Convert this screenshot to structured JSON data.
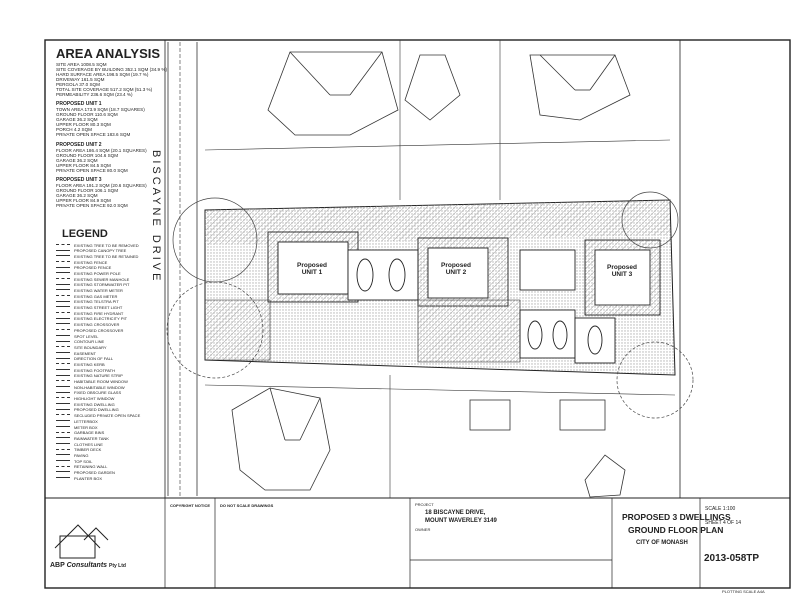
{
  "area_analysis": {
    "title": "AREA ANALYSIS",
    "rows": [
      "SITE AREA   1008.5 SQM",
      "SITE COVERAGE BY BUILDING   352.1 SQM (34.9 %)",
      "HARD SURFACE AREA   198.5 SQM (19.7 %)",
      "DRIVEWAY   161.5 SQM",
      "PERGOLA   37.0 SQM",
      "TOTAL SITE COVERAGE   517.2 SQM (51.3 %)",
      "PERMEABILITY   236.6 SQM (23.4 %)"
    ],
    "unit_blocks": [
      {
        "heading": "PROPOSED UNIT 1",
        "lines": [
          "TOWN AREA   173.9 SQM (18.7 SQUARES)",
          "GROUND FLOOR   110.6 SQM",
          "GARAGE   36.2 SQM",
          "UPPER FLOOR   80.3 SQM",
          "PORCH   4.2 SQM",
          "PRIVATE OPEN SPACE   183.6 SQM"
        ]
      },
      {
        "heading": "PROPOSED UNIT 2",
        "lines": [
          "FLOOR AREA   186.4 SQM (20.1 SQUARES)",
          "GROUND FLOOR   104.6 SQM",
          "GARAGE   36.2 SQM",
          "UPPER FLOOR   84.5 SQM",
          "PRIVATE OPEN SPACE   80.0 SQM"
        ]
      },
      {
        "heading": "PROPOSED UNIT 3",
        "lines": [
          "FLOOR AREA   191.2 SQM (20.6 SQUARES)",
          "GROUND FLOOR   106.1 SQM",
          "GARAGE   36.2 SQM",
          "UPPER FLOOR   84.9 SQM",
          "PRIVATE OPEN SPACE   92.0 SQM"
        ]
      }
    ]
  },
  "legend": {
    "title": "LEGEND",
    "items": [
      "EXISTING TREE TO BE REMOVED",
      "PROPOSED CANOPY TREE",
      "EXISTING TREE TO BE RETAINED",
      "EXISTING FENCE",
      "PROPOSED FENCE",
      "EXISTING POWER POLE",
      "EXISTING SEWER MANHOLE",
      "EXISTING STORMWATER PIT",
      "EXISTING WATER METER",
      "EXISTING GAS METER",
      "EXISTING TELSTRA PIT",
      "EXISTING STREET LIGHT",
      "EXISTING FIRE HYDRANT",
      "EXISTING ELECTRICITY PIT",
      "EXISTING CROSSOVER",
      "PROPOSED CROSSOVER",
      "SPOT LEVEL",
      "CONTOUR LINE",
      "SITE BOUNDARY",
      "EASEMENT",
      "DIRECTION OF FALL",
      "EXISTING KERB",
      "EXISTING FOOTPATH",
      "EXISTING NATURE STRIP",
      "HABITABLE ROOM WINDOW",
      "NON-HABITABLE WINDOW",
      "FIXED OBSCURE GLASS",
      "HIGHLIGHT WINDOW",
      "EXISTING DWELLING",
      "PROPOSED DWELLING",
      "SECLUDED PRIVATE OPEN SPACE",
      "LETTERBOX",
      "METER BOX",
      "GARBAGE BINS",
      "RAINWATER TANK",
      "CLOTHES LINE",
      "TIMBER DECK",
      "PAVING",
      "TOP SOIL",
      "RETAINING WALL",
      "PROPOSED GARDEN",
      "PLANTER BOX"
    ]
  },
  "street": "BISCAYNE DRIVE",
  "units": [
    {
      "line1": "Proposed",
      "line2": "UNIT 1"
    },
    {
      "line1": "Proposed",
      "line2": "UNIT 2"
    },
    {
      "line1": "Proposed",
      "line2": "UNIT 3"
    }
  ],
  "title_block": {
    "firm_line1": "ABP",
    "firm_line2": "Consultants",
    "firm_line3": "Pty Ltd",
    "copyright_heading": "COPYRIGHT NOTICE",
    "dimension_heading": "DO NOT SCALE DRAWINGS",
    "project_label": "PROJECT",
    "address_line1": "18 BISCAYNE DRIVE,",
    "address_line2": "MOUNT WAVERLEY 3149",
    "owner_label": "OWNER",
    "title_line1": "PROPOSED 3 DWELLINGS",
    "title_line2": "GROUND FLOOR PLAN",
    "council": "CITY OF MONASH",
    "scale": "SCALE 1:100",
    "sheet": "SHEET 4 OF 14",
    "job_number": "2013-058TP",
    "plot_info": "PLOTTING SCALE  A4A"
  },
  "colors": {
    "ink": "#222222",
    "hatch": "#b9b9b9",
    "paper": "#ffffff"
  }
}
